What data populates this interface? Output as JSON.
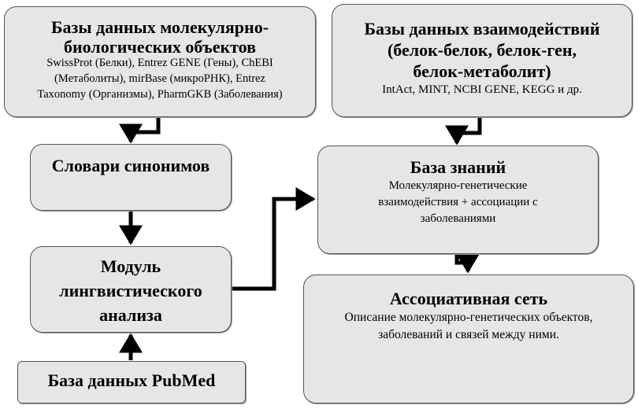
{
  "diagram": {
    "nodes": {
      "molbio_db": {
        "title_line1": "Базы данных молекулярно-",
        "title_line2": "биологических объектов",
        "desc_line1": "SwissProt (Белки), Entrez GENE (Гены), ChEBI",
        "desc_line2": "(Метаболиты), mirBase (микроРНК), Entrez",
        "desc_line3": "Taxonomy (Организмы), PharmGKB  (Заболевания)"
      },
      "interaction_db": {
        "title_line1": "Базы данных взаимодействий",
        "title_line2": "(белок-белок, белок-ген,",
        "title_line3": "белок-метаболит)",
        "desc_line1": "IntAct, MINT, NCBI GENE, KEGG и др."
      },
      "synonyms": {
        "title": "Словари синонимов"
      },
      "knowledge_base": {
        "title": "База знаний",
        "desc_line1": "Молекулярно-генетические",
        "desc_line2": "взаимодействия + ассоциации с",
        "desc_line3": "заболеваниями"
      },
      "ling_module": {
        "title_line1": "Модуль",
        "title_line2": "лингвистического",
        "title_line3": "анализа"
      },
      "assoc_network": {
        "title": "Ассоциативная сеть",
        "desc_line1": "Описание молекулярно-генетических объектов,",
        "desc_line2": "заболеваний и связей между ними."
      },
      "pubmed": {
        "title": "База данных PubMed"
      }
    },
    "edges": [
      {
        "from": "molbio_db",
        "to": "synonyms"
      },
      {
        "from": "synonyms",
        "to": "ling_module"
      },
      {
        "from": "pubmed",
        "to": "ling_module"
      },
      {
        "from": "ling_module",
        "to": "knowledge_base"
      },
      {
        "from": "interaction_db",
        "to": "knowledge_base"
      },
      {
        "from": "knowledge_base",
        "to": "assoc_network"
      }
    ],
    "colors": {
      "box_fill": "#e6e6e6",
      "box_border": "#555555",
      "arrow": "#000000"
    }
  }
}
